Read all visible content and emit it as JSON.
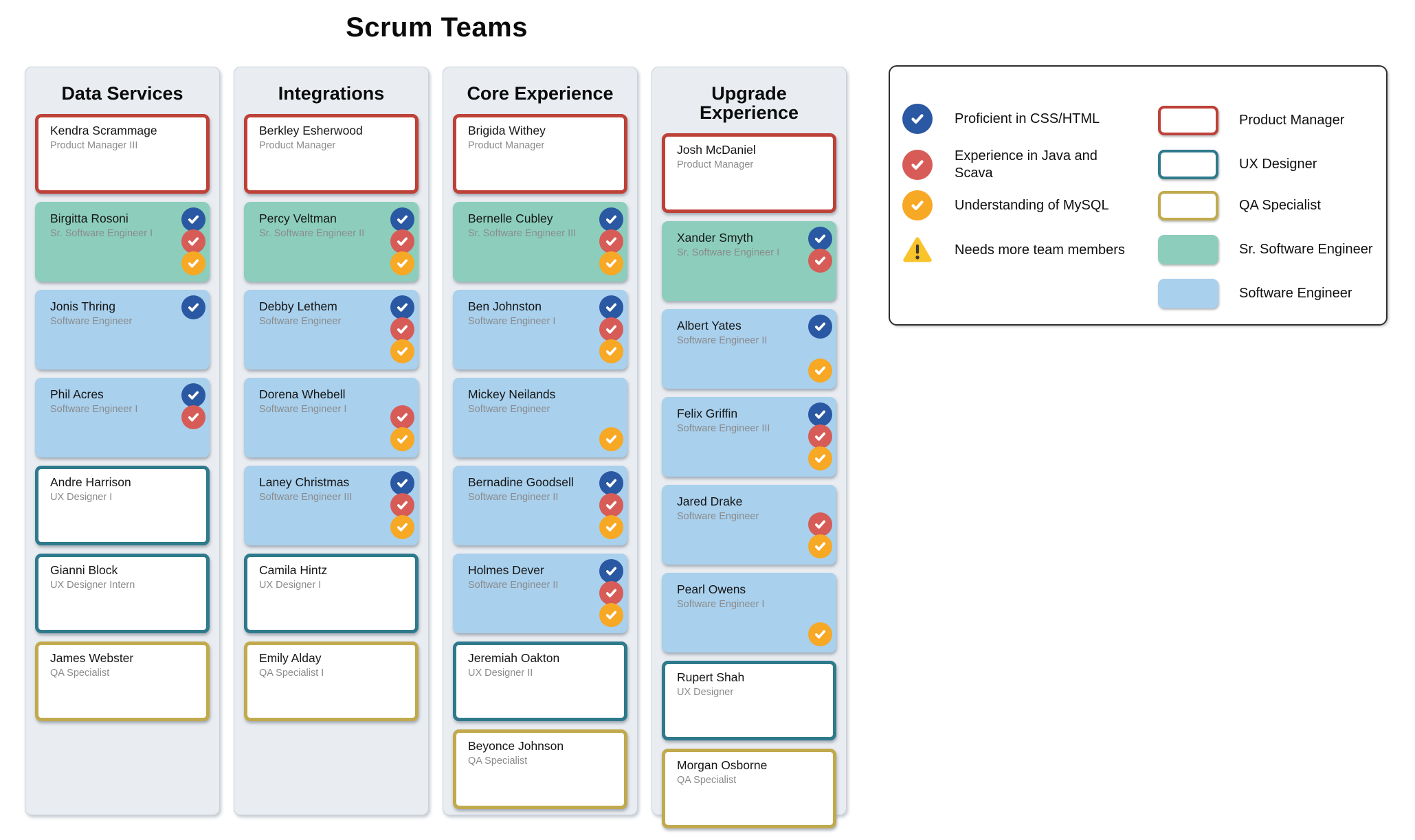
{
  "title": "Scrum Teams",
  "colors": {
    "panel_bg": "#E9EDF1",
    "panel_border": "#C9D2D9",
    "card_sr_software_engineer_fill": "#8CCEBB",
    "card_software_engineer_fill": "#A9D0ED",
    "product_manager_border": "#BE4138",
    "ux_designer_border": "#2E7A8C",
    "qa_specialist_border": "#C1AA4D",
    "badge_css_html": "#2A58A2",
    "badge_java_scava": "#D75C57",
    "badge_mysql": "#F7A824",
    "warning": "#F9C32B",
    "name_text": "#151515",
    "role_text": "#8B8B8B"
  },
  "columns": [
    {
      "name": "Data Services",
      "members": [
        {
          "name": "Kendra Scrammage",
          "role": "Product Manager III",
          "type": "pm",
          "skills": []
        },
        {
          "name": "Birgitta Rosoni",
          "role": "Sr. Software Engineer I",
          "type": "senior",
          "skills": [
            "css",
            "java",
            "mysql"
          ]
        },
        {
          "name": "Jonis Thring",
          "role": "Software Engineer",
          "type": "swe",
          "skills": [
            "css"
          ]
        },
        {
          "name": "Phil Acres",
          "role": "Software Engineer I",
          "type": "swe",
          "skills": [
            "css",
            "java"
          ]
        },
        {
          "name": "Andre Harrison",
          "role": "UX Designer I",
          "type": "ux",
          "skills": []
        },
        {
          "name": "Gianni Block",
          "role": "UX Designer Intern",
          "type": "ux",
          "skills": []
        },
        {
          "name": "James Webster",
          "role": "QA Specialist",
          "type": "qa",
          "skills": []
        }
      ]
    },
    {
      "name": "Integrations",
      "members": [
        {
          "name": "Berkley Esherwood",
          "role": "Product Manager",
          "type": "pm",
          "skills": []
        },
        {
          "name": "Percy Veltman",
          "role": "Sr. Software Engineer II",
          "type": "senior",
          "skills": [
            "css",
            "java",
            "mysql"
          ]
        },
        {
          "name": "Debby Lethem",
          "role": "Software Engineer",
          "type": "swe",
          "skills": [
            "css",
            "java",
            "mysql"
          ]
        },
        {
          "name": "Dorena Whebell",
          "role": "Software Engineer I",
          "type": "swe",
          "skills": [
            "java",
            "mysql"
          ]
        },
        {
          "name": "Laney Christmas",
          "role": "Software Engineer III",
          "type": "swe",
          "skills": [
            "css",
            "java",
            "mysql"
          ]
        },
        {
          "name": "Camila Hintz",
          "role": "UX Designer I",
          "type": "ux",
          "skills": []
        },
        {
          "name": "Emily Alday",
          "role": "QA Specialist I",
          "type": "qa",
          "skills": []
        }
      ]
    },
    {
      "name": "Core Experience",
      "members": [
        {
          "name": "Brigida Withey",
          "role": "Product Manager",
          "type": "pm",
          "skills": []
        },
        {
          "name": "Bernelle Cubley",
          "role": "Sr. Software Engineer III",
          "type": "senior",
          "skills": [
            "css",
            "java",
            "mysql"
          ]
        },
        {
          "name": "Ben Johnston",
          "role": "Software Engineer I",
          "type": "swe",
          "skills": [
            "css",
            "java",
            "mysql"
          ]
        },
        {
          "name": "Mickey Neilands",
          "role": "Software Engineer",
          "type": "swe",
          "skills": [
            "mysql"
          ]
        },
        {
          "name": "Bernadine Goodsell",
          "role": "Software Engineer II",
          "type": "swe",
          "skills": [
            "css",
            "java",
            "mysql"
          ]
        },
        {
          "name": "Holmes Dever",
          "role": "Software Engineer II",
          "type": "swe",
          "skills": [
            "css",
            "java",
            "mysql"
          ]
        },
        {
          "name": "Jeremiah Oakton",
          "role": "UX Designer II",
          "type": "ux",
          "skills": []
        },
        {
          "name": "Beyonce Johnson",
          "role": "QA Specialist",
          "type": "qa",
          "skills": []
        }
      ]
    },
    {
      "name": "Upgrade Experience",
      "members": [
        {
          "name": "Josh McDaniel",
          "role": "Product Manager",
          "type": "pm",
          "skills": []
        },
        {
          "name": "Xander Smyth",
          "role": "Sr. Software Engineer I",
          "type": "senior",
          "skills": [
            "css",
            "java"
          ]
        },
        {
          "name": "Albert Yates",
          "role": "Software Engineer II",
          "type": "swe",
          "skills": [
            "css",
            "mysql"
          ]
        },
        {
          "name": "Felix Griffin",
          "role": "Software Engineer III",
          "type": "swe",
          "skills": [
            "css",
            "java",
            "mysql"
          ]
        },
        {
          "name": "Jared Drake",
          "role": "Software Engineer",
          "type": "swe",
          "skills": [
            "java",
            "mysql"
          ]
        },
        {
          "name": "Pearl Owens",
          "role": "Software Engineer I",
          "type": "swe",
          "skills": [
            "mysql"
          ]
        },
        {
          "name": "Rupert Shah",
          "role": "UX Designer",
          "type": "ux",
          "skills": []
        },
        {
          "name": "Morgan Osborne",
          "role": "QA Specialist",
          "type": "qa",
          "skills": []
        }
      ]
    }
  ],
  "legend": {
    "skills": [
      {
        "id": "css",
        "icon": "check-circle-icon",
        "label": "Proficient in CSS/HTML"
      },
      {
        "id": "java",
        "icon": "check-circle-icon",
        "label": "Experience in Java and Scava"
      },
      {
        "id": "mysql",
        "icon": "check-circle-icon",
        "label": "Understanding of MySQL"
      },
      {
        "id": "warning",
        "icon": "warning-triangle-icon",
        "label": "Needs more team members"
      }
    ],
    "roles": [
      {
        "id": "pm",
        "label": "Product Manager"
      },
      {
        "id": "ux",
        "label": "UX Designer"
      },
      {
        "id": "qa",
        "label": "QA Specialist"
      },
      {
        "id": "senior",
        "label": "Sr. Software Engineer"
      },
      {
        "id": "swe",
        "label": "Software Engineer"
      }
    ]
  }
}
